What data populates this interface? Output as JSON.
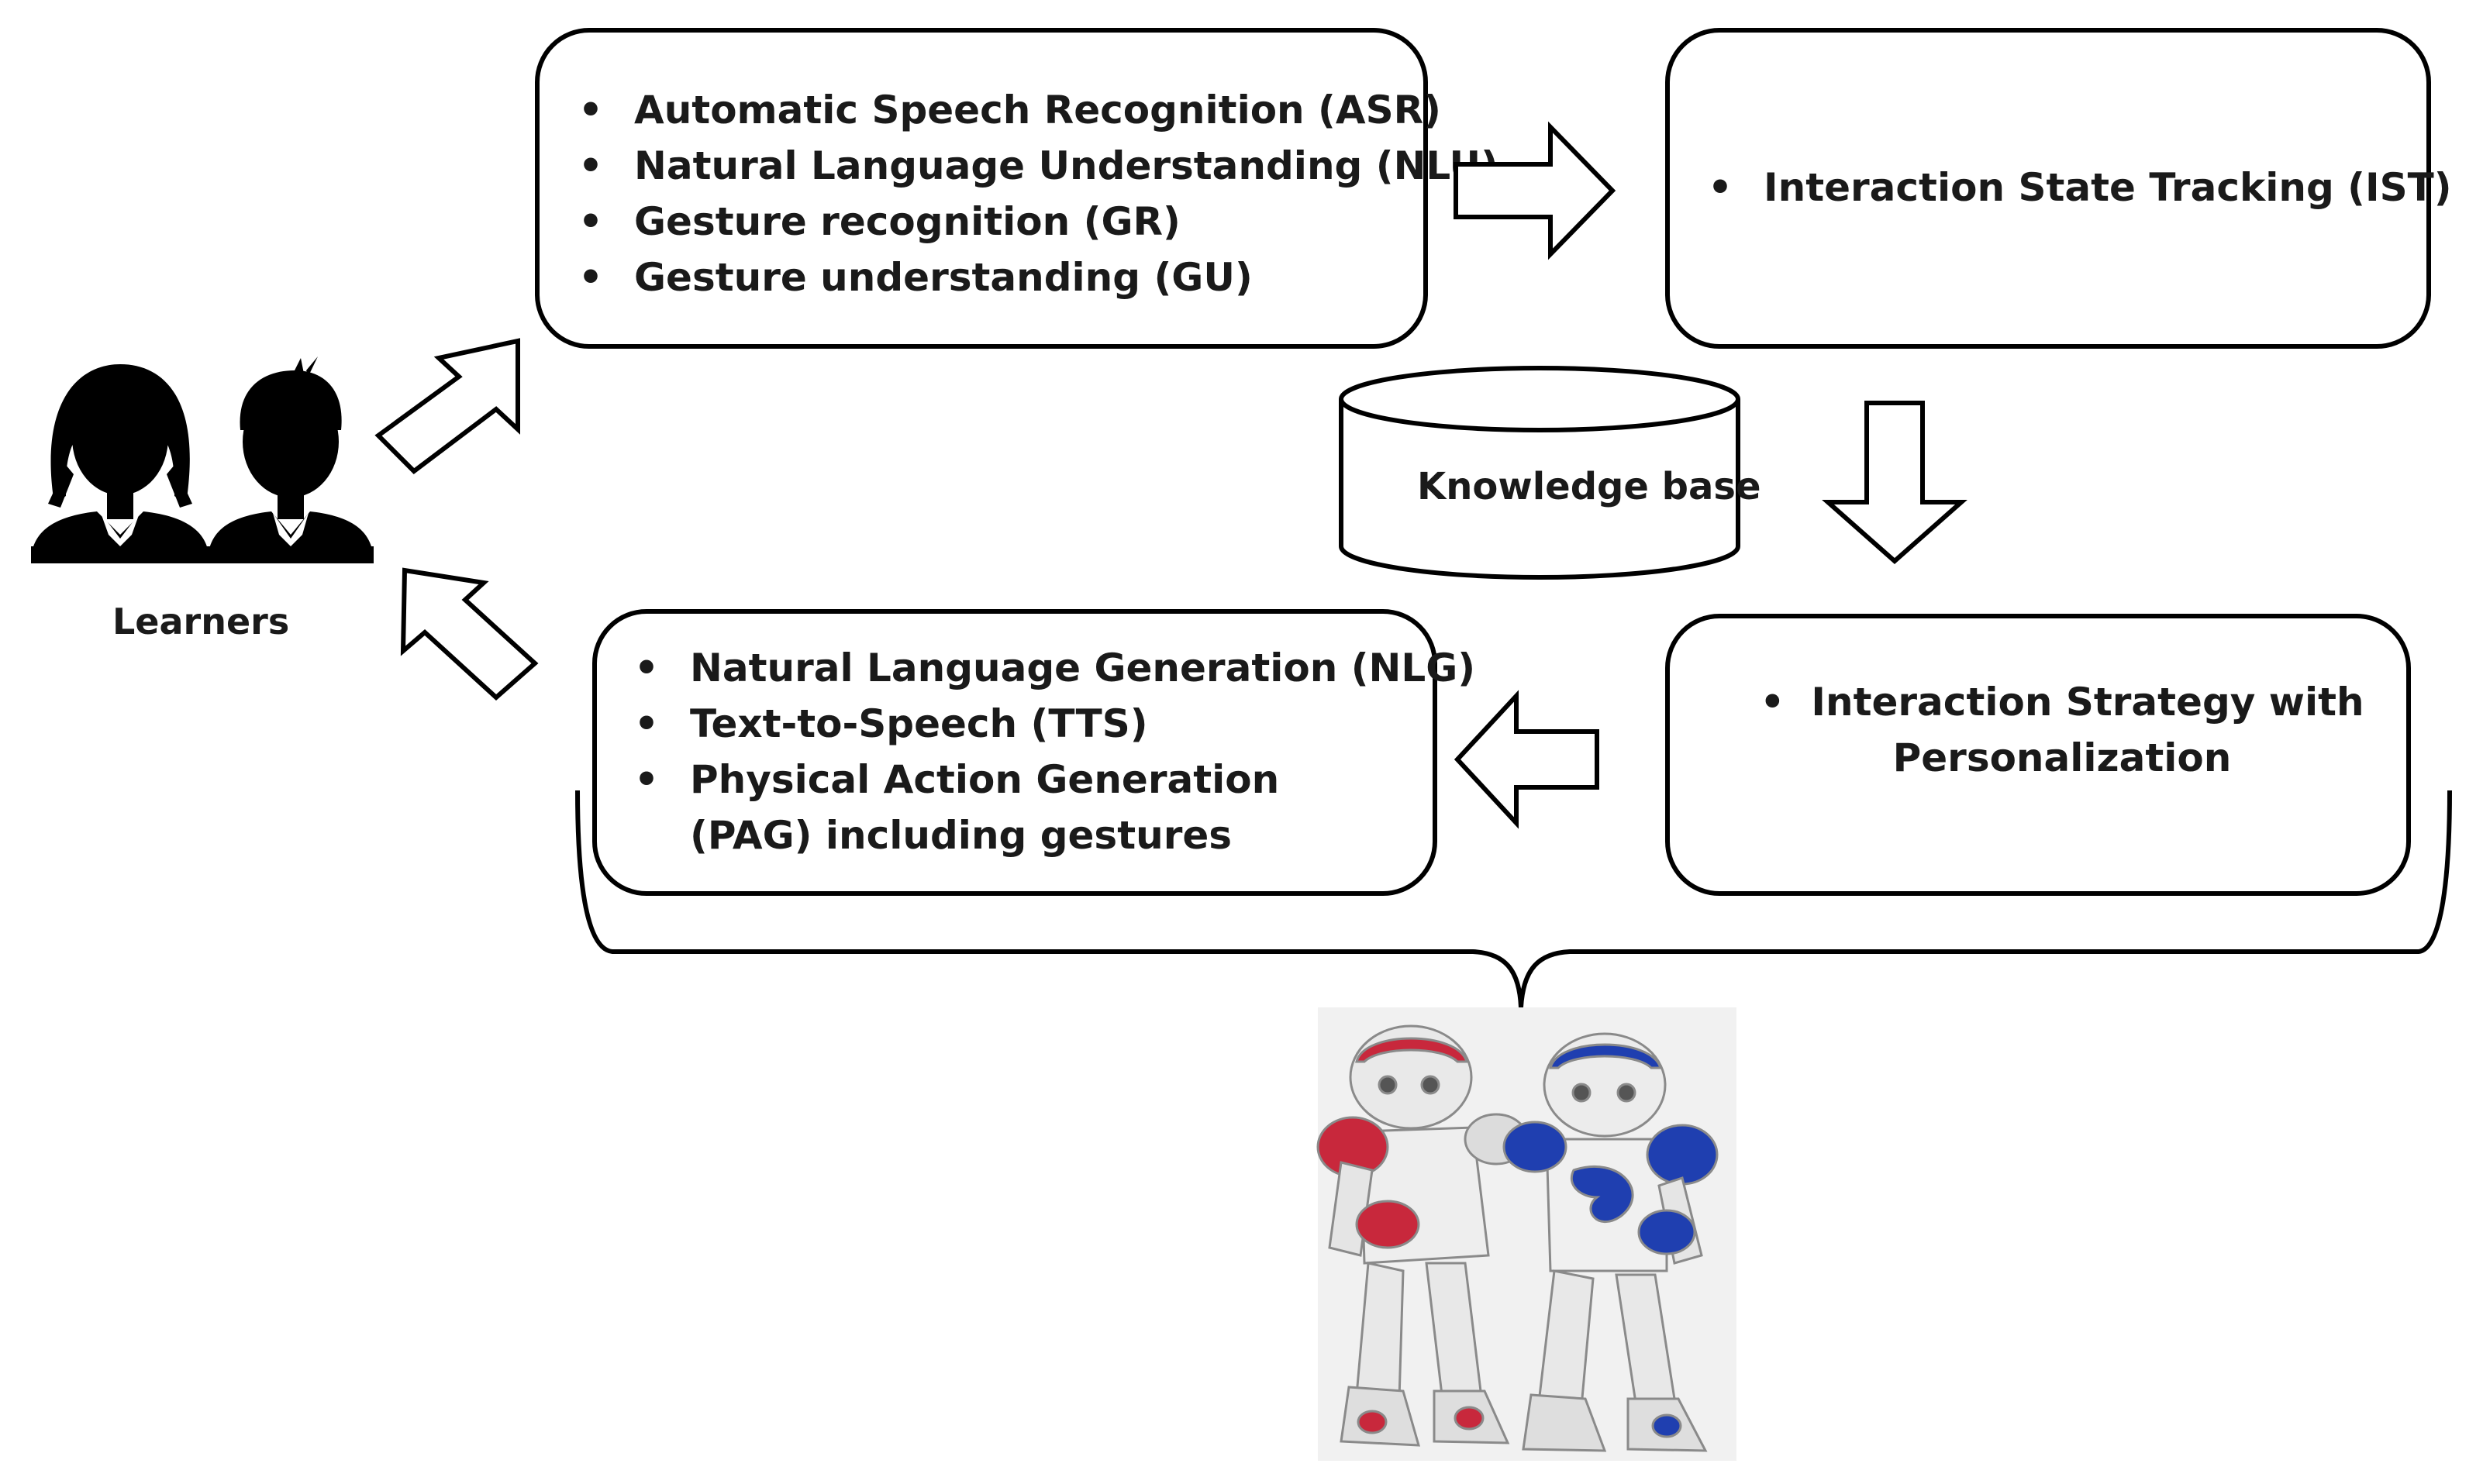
{
  "learners_label": "Learners",
  "knowledge_base_label": "Knowledge base",
  "input_box": {
    "items": [
      "Automatic Speech Recognition (ASR)",
      "Natural Language Understanding (NLU)",
      "Gesture recognition (GR)",
      "Gesture understanding (GU)"
    ]
  },
  "state_box": {
    "items": [
      "Interaction State Tracking (IST)"
    ]
  },
  "strategy_box": {
    "items": [
      "Interaction Strategy with Personalization"
    ]
  },
  "output_box": {
    "items": [
      "Natural Language Generation (NLG)",
      "Text-to-Speech (TTS)",
      "Physical Action Generation (PAG) including gestures"
    ]
  },
  "icons": {
    "learners": [
      "female-learner-icon",
      "male-learner-icon"
    ],
    "robots": [
      "red-humanoid-robot",
      "blue-humanoid-robot"
    ],
    "colors": {
      "red_robot": "#c8283c",
      "blue_robot": "#1f3fb0"
    }
  }
}
